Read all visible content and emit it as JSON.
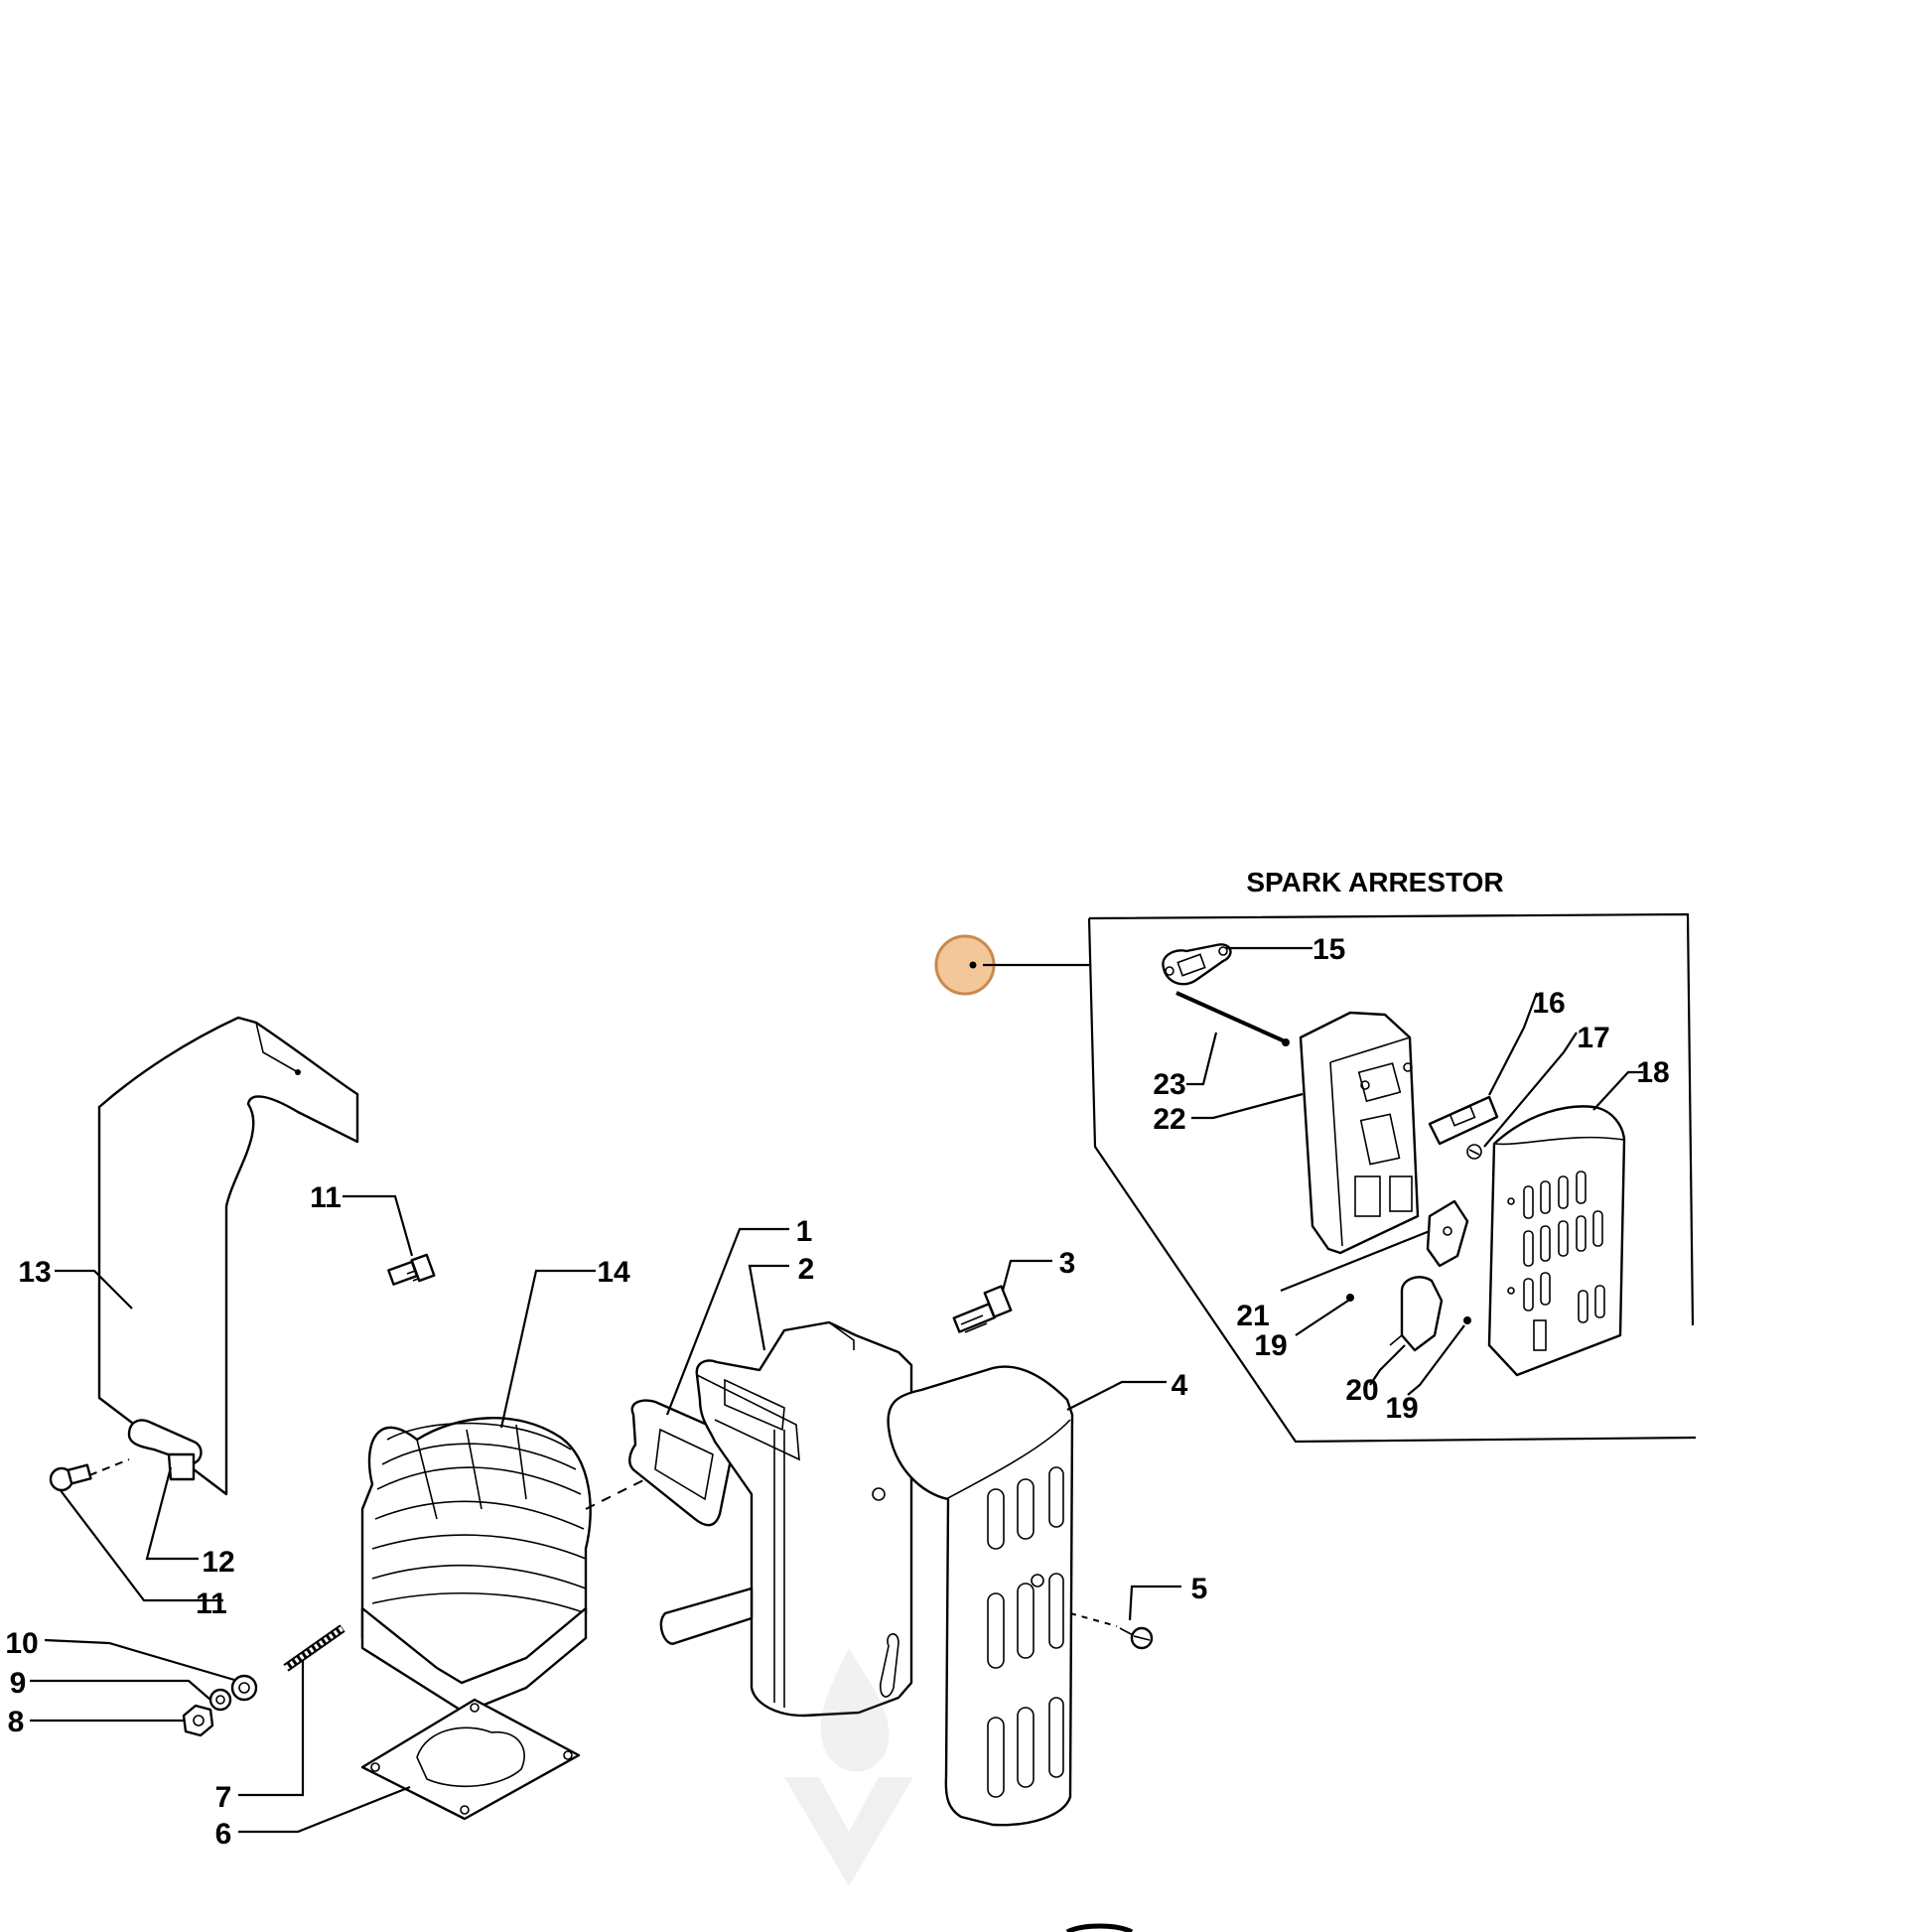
{
  "diagram": {
    "title": "SPARK ARRESTOR",
    "colors": {
      "hotspot_fill": "#f4c79a",
      "hotspot_stroke": "#c98a4e",
      "line": "#000000",
      "background": "#ffffff"
    },
    "callouts": {
      "c1": "1",
      "c2": "2",
      "c3": "3",
      "c4": "4",
      "c5": "5",
      "c6": "6",
      "c7": "7",
      "c8": "8",
      "c9": "9",
      "c10": "10",
      "c11a": "11",
      "c11b": "11",
      "c12": "12",
      "c13": "13",
      "c14": "14",
      "c15": "15",
      "c16": "16",
      "c17": "17",
      "c18": "18",
      "c19a": "19",
      "c19b": "19",
      "c20": "20",
      "c21": "21",
      "c22": "22",
      "c23": "23"
    }
  }
}
